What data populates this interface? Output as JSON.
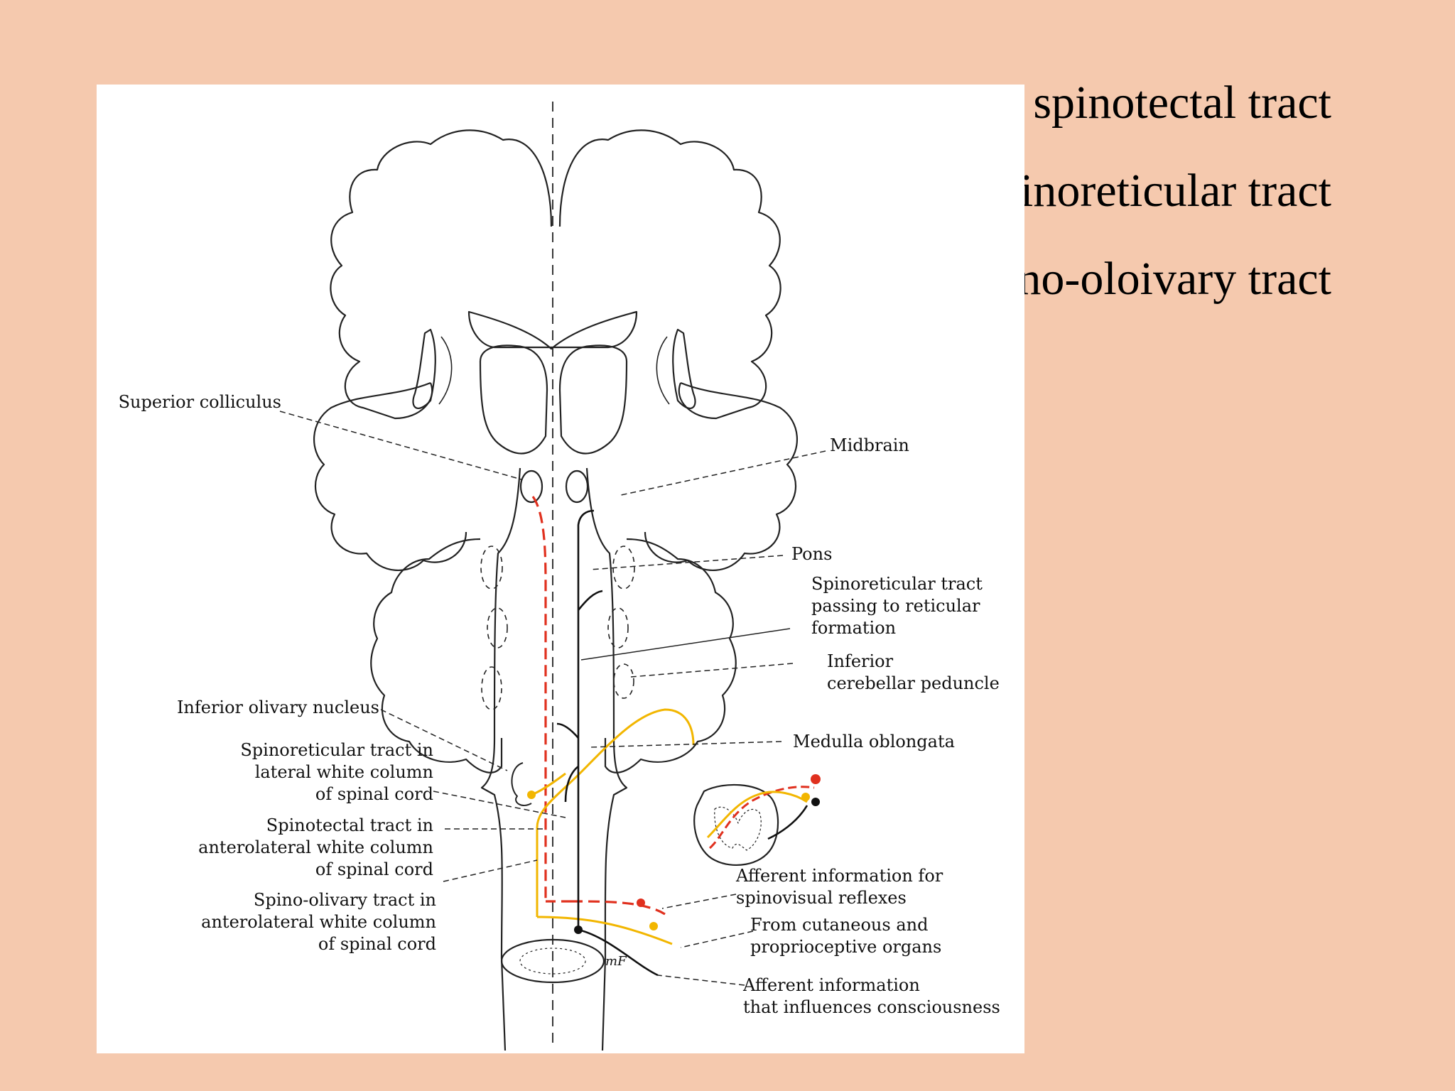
{
  "slide": {
    "titles": [
      "spinotectal tract",
      "spinoreticular tract",
      "spino-oloivary tract"
    ]
  },
  "labels": {
    "superior_colliculus": "Superior colliculus",
    "midbrain": "Midbrain",
    "pons": "Pons",
    "spinoreticular_passing": [
      "Spinoreticular tract",
      "passing to reticular",
      "formation"
    ],
    "inferior_cerebellar_peduncle": [
      "Inferior",
      "cerebellar peduncle"
    ],
    "inferior_olivary_nucleus": "Inferior olivary nucleus",
    "medulla_oblongata": "Medulla oblongata",
    "spinoreticular_lateral": [
      "Spinoreticular tract in",
      "lateral white column",
      "of spinal cord"
    ],
    "spinotectal_anterolateral": [
      "Spinotectal tract in",
      "anterolateral white column",
      "of spinal cord"
    ],
    "spinoolivary_anterolateral": [
      "Spino-olivary tract in",
      "anterolateral white column",
      "of spinal cord"
    ],
    "afferent_spinovisual": [
      "Afferent information for",
      "spinovisual reflexes"
    ],
    "from_cutaneous": [
      "From cutaneous and",
      "proprioceptive organs"
    ],
    "afferent_consciousness": [
      "Afferent information",
      "that influences consciousness"
    ],
    "mf_mark": "mF"
  },
  "colors": {
    "background": "#F5C9AE",
    "panel": "#FFFFFF",
    "spinotectal": "#E0301E",
    "spinoolivary": "#F2B600",
    "spinoreticular": "#111111",
    "outline": "#222222"
  }
}
